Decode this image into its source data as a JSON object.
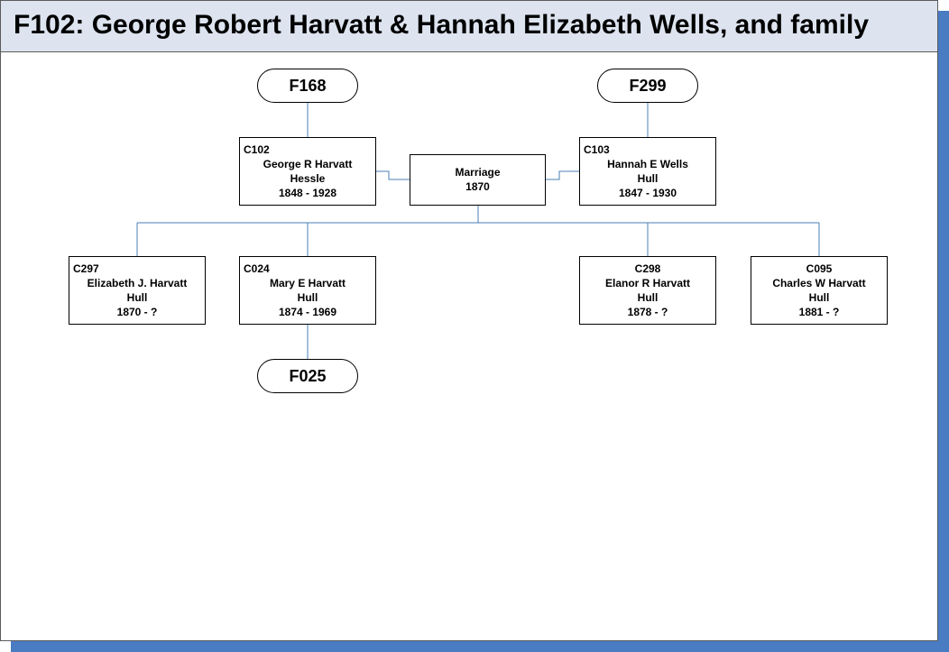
{
  "title": "F102: George Robert Harvatt & Hannah Elizabeth Wells, and family",
  "families": {
    "father_parents": "F168",
    "mother_parents": "F299",
    "child_family": "F025"
  },
  "marriage": {
    "label": "Marriage",
    "year": "1870"
  },
  "father": {
    "id": "C102",
    "name": "George R Harvatt",
    "place": "Hessle",
    "dates": "1848 - 1928"
  },
  "mother": {
    "id": "C103",
    "name": "Hannah E Wells",
    "place": "Hull",
    "dates": "1847 - 1930"
  },
  "children": [
    {
      "id": "C297",
      "name": "Elizabeth J. Harvatt",
      "place": "Hull",
      "dates": "1870 - ?"
    },
    {
      "id": "C024",
      "name": "Mary E Harvatt",
      "place": "Hull",
      "dates": "1874 - 1969"
    },
    {
      "id": "C298",
      "name": "Elanor R Harvatt",
      "place": "Hull",
      "dates": "1878 - ?"
    },
    {
      "id": "C095",
      "name": "Charles W Harvatt",
      "place": "Hull",
      "dates": "1881 - ?"
    }
  ],
  "colors": {
    "connector": "#4a7fb5",
    "shadow": "#4a7cc4",
    "title_bg": "#dde4f0"
  }
}
